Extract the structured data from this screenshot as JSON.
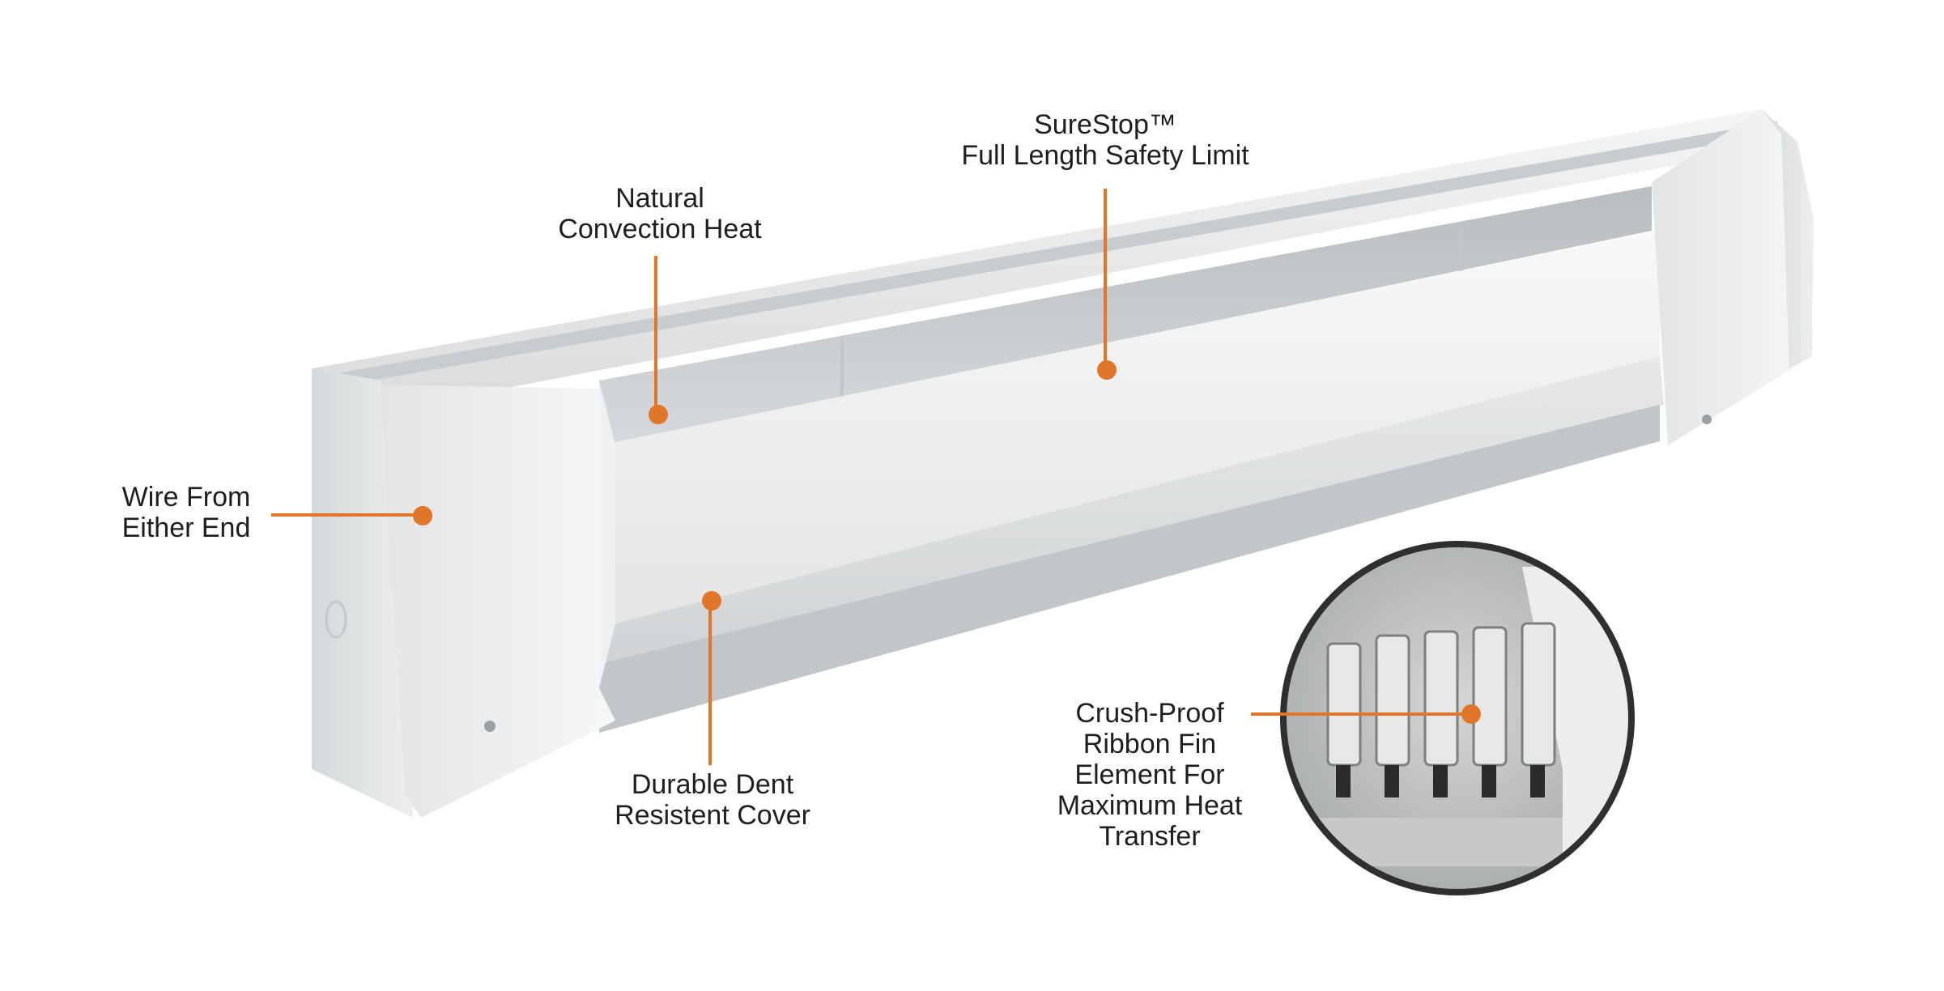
{
  "accent_color": "#e0762a",
  "callouts": {
    "natural_convection": {
      "lines": [
        "Natural",
        "Convection Heat"
      ]
    },
    "surestop": {
      "lines": [
        "SureStop™",
        "Full Length Safety Limit"
      ]
    },
    "wire_from_either_end": {
      "lines": [
        "Wire From",
        "Either End"
      ]
    },
    "durable_cover": {
      "lines": [
        "Durable Dent",
        "Resistent Cover"
      ]
    },
    "ribbon_fin": {
      "lines": [
        "Crush-Proof",
        "Ribbon Fin",
        "Element For",
        "Maximum Heat",
        "Transfer"
      ]
    }
  }
}
